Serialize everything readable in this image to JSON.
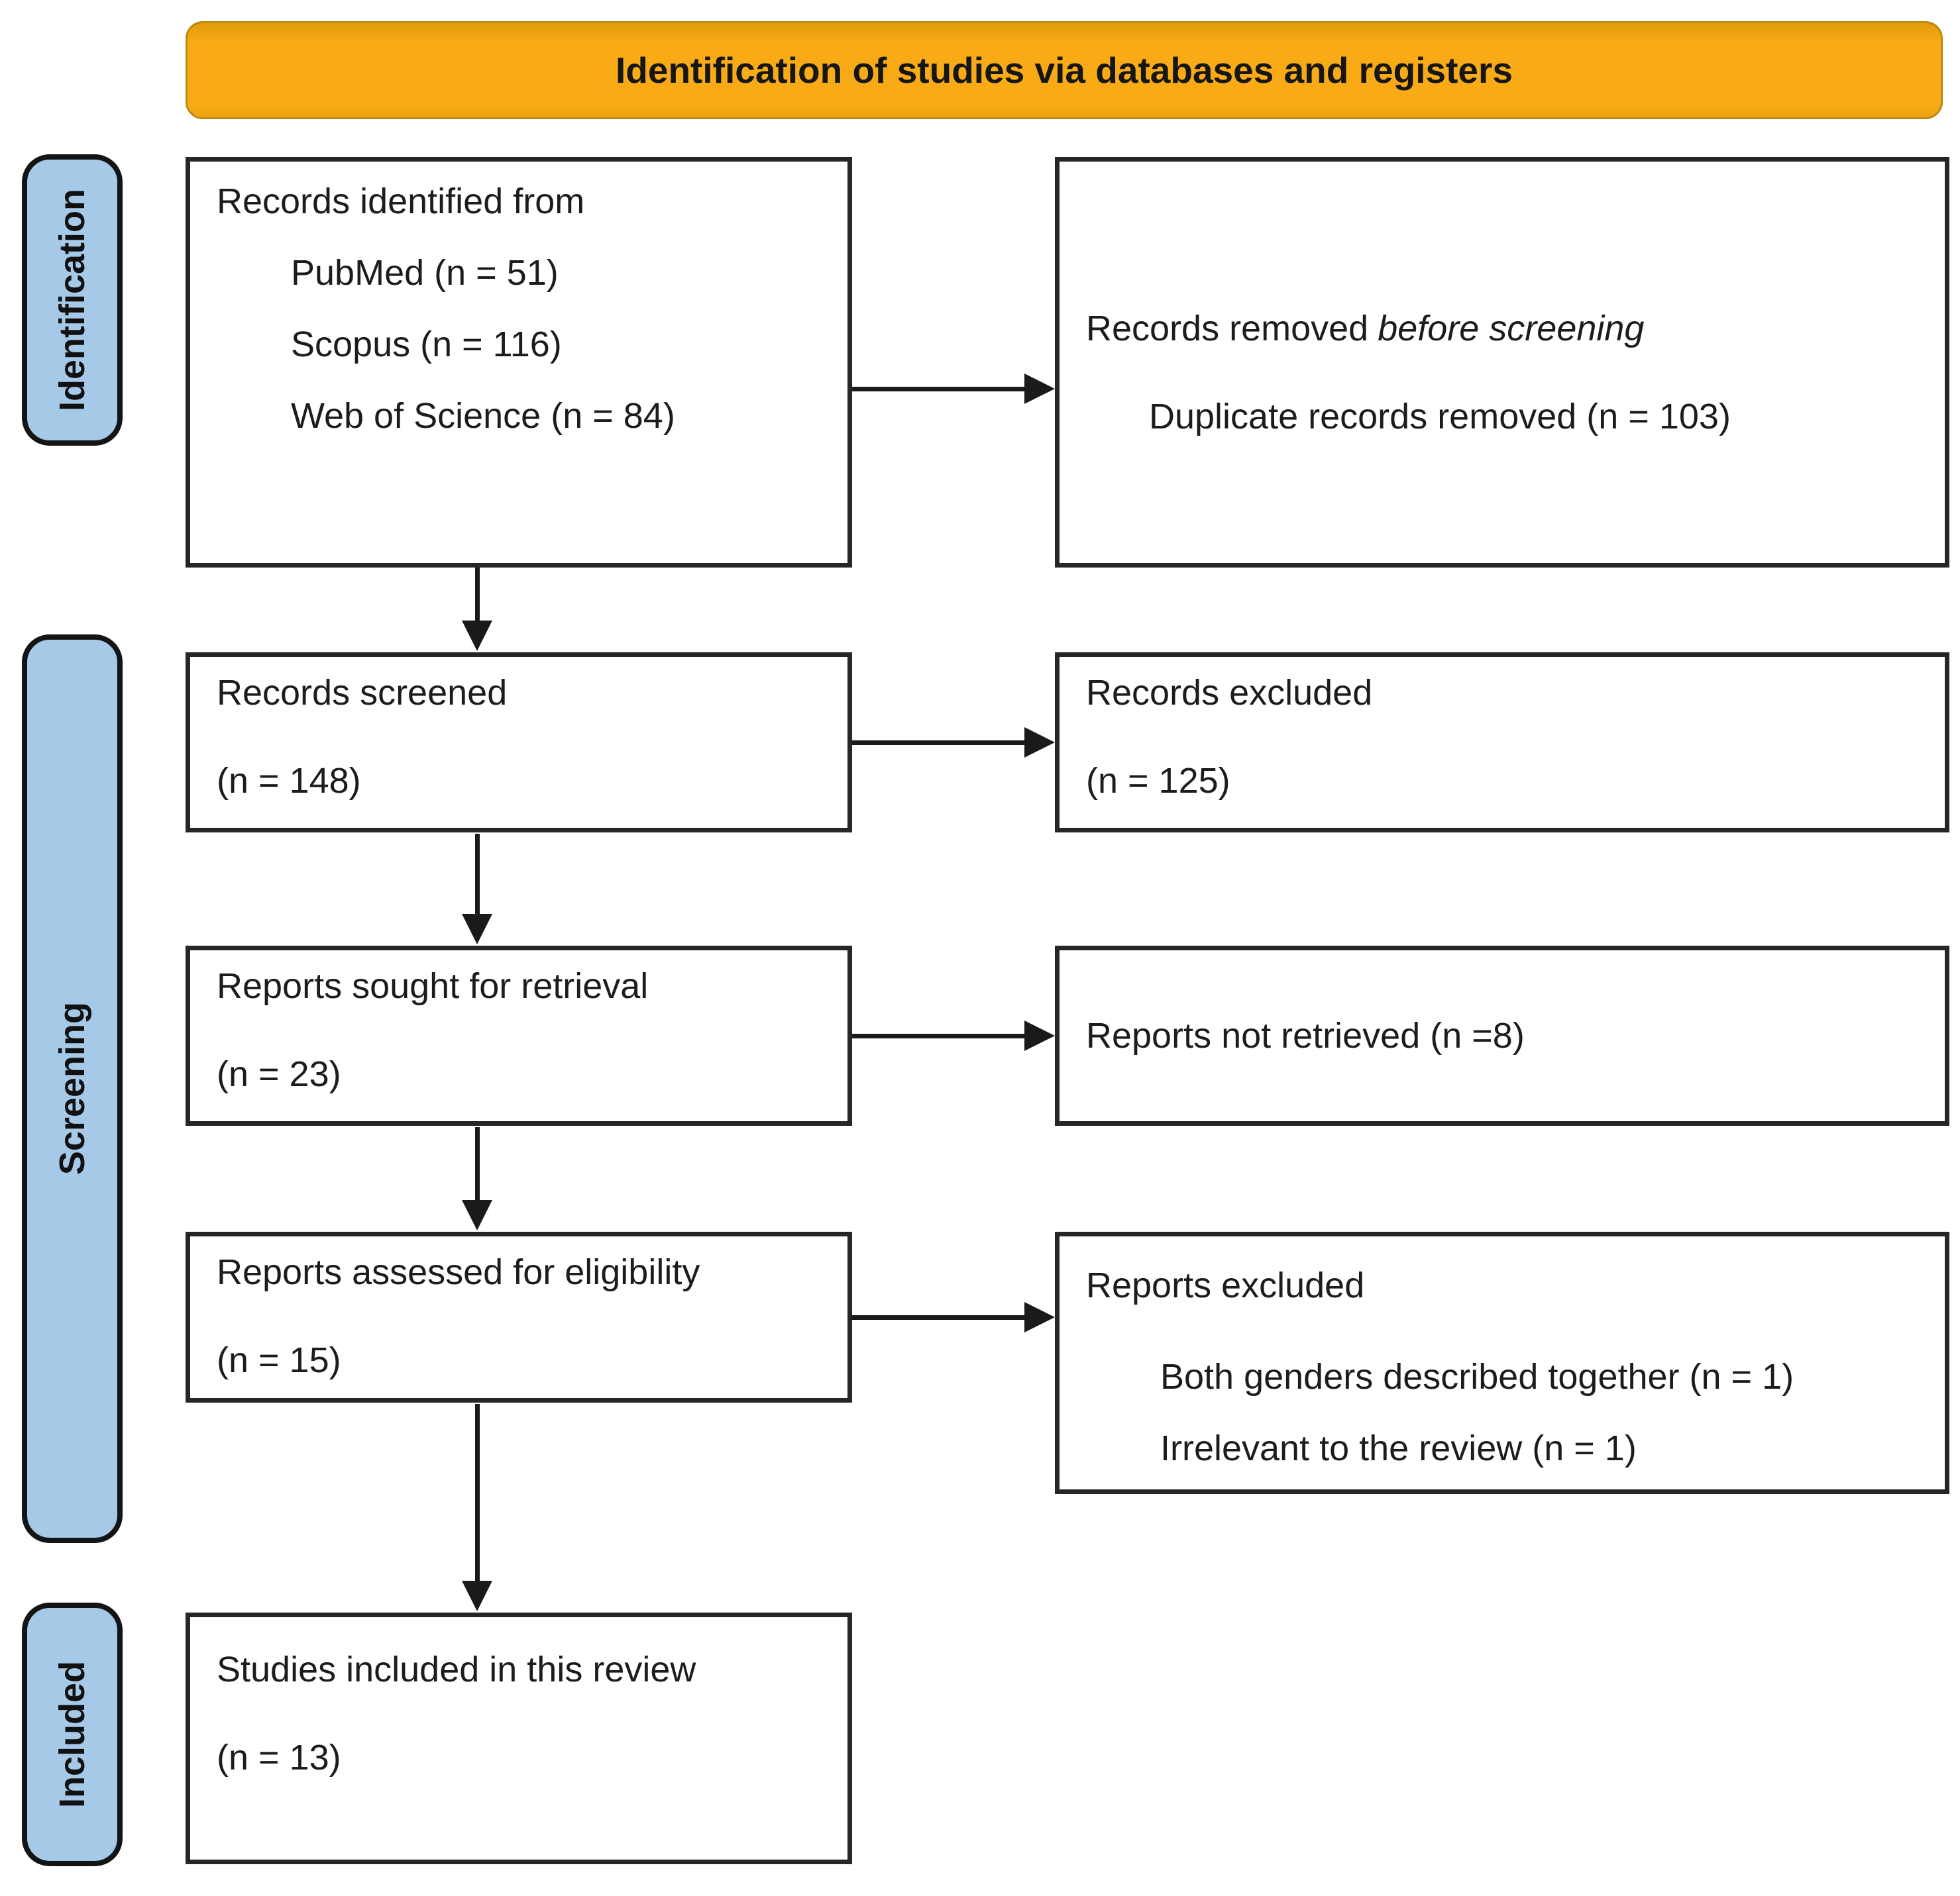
{
  "diagram": {
    "banner_title": "Identification of studies via databases and registers",
    "banner_color": "#F8AB16",
    "stage_pill_color": "#A6C9E8",
    "stages": {
      "identification": "Identification",
      "screening": "Screening",
      "included": "Included"
    },
    "boxes": {
      "records_identified": {
        "title": "Records identified from",
        "items": [
          "PubMed (n = 51)",
          "Scopus (n = 116)",
          "Web of Science (n = 84)"
        ]
      },
      "records_removed": {
        "prefix": "Records removed",
        "italic": "before screening",
        "items": [
          "Duplicate records removed (n = 103)"
        ]
      },
      "records_screened": {
        "title": "Records screened",
        "count": "(n = 148)"
      },
      "records_excluded": {
        "title": "Records excluded",
        "count": "(n = 125)"
      },
      "reports_sought": {
        "title": "Reports sought for retrieval",
        "count": "(n = 23)"
      },
      "reports_not_retrieved": {
        "title": "Reports not retrieved (n =8)"
      },
      "reports_assessed": {
        "title": "Reports assessed for eligibility",
        "count": "(n = 15)"
      },
      "reports_excluded": {
        "title": "Reports excluded",
        "items": [
          "Both genders described together (n = 1)",
          "Irrelevant to the review (n = 1)"
        ]
      },
      "studies_included": {
        "title": "Studies included in this review",
        "count": "(n = 13)"
      }
    }
  }
}
